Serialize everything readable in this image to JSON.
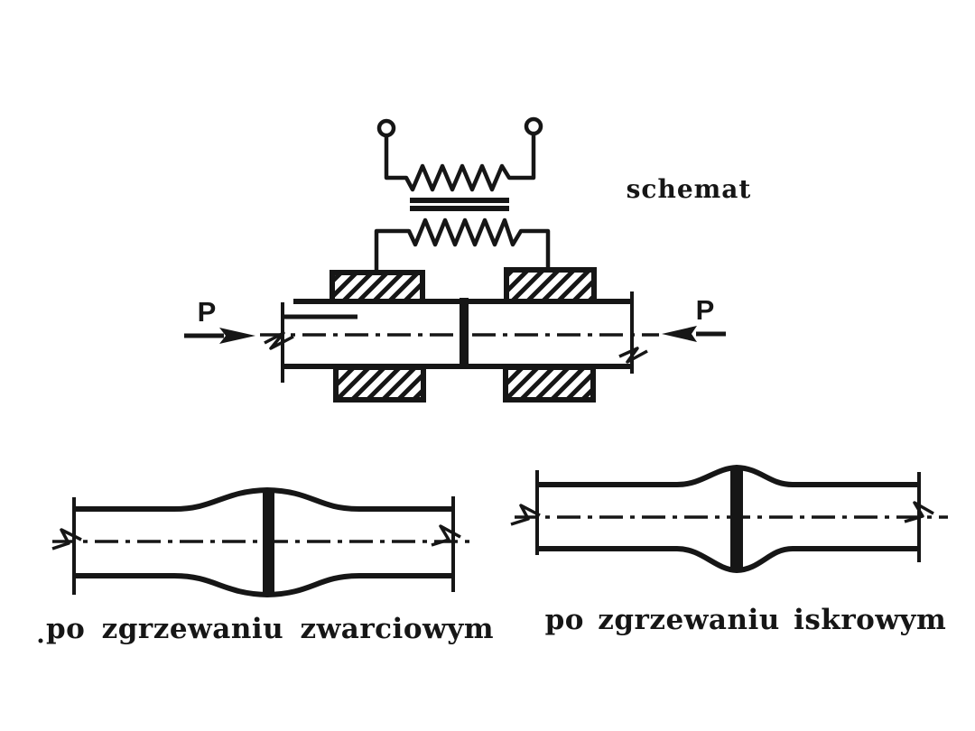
{
  "page": {
    "background_color": "#ffffff",
    "ink_color": "#161616"
  },
  "diagram": {
    "schemat_label": "schemat",
    "force_left": "P",
    "force_right": "P",
    "caption_left": "po zgrzewaniu zwarciowym",
    "caption_right": "po zgrzewaniu iskrowym"
  }
}
